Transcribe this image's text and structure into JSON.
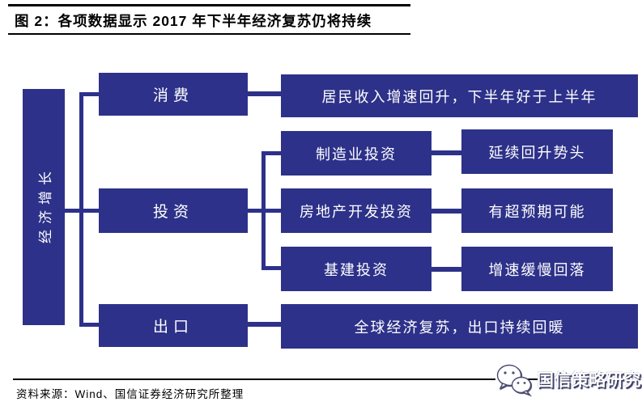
{
  "figure": {
    "title": "图 2：各项数据显示 2017 年下半年经济复苏仍将持续"
  },
  "diagram": {
    "root_label": "经济增长",
    "branches": [
      {
        "label": "消费",
        "result": "居民收入增速回升，下半年好于上半年"
      },
      {
        "label": "投资",
        "children": [
          {
            "label": "制造业投资",
            "result": "延续回升势头"
          },
          {
            "label": "房地产开发投资",
            "result": "有超预期可能"
          },
          {
            "label": "基建投资",
            "result": "增速缓慢回落"
          }
        ]
      },
      {
        "label": "出口",
        "result": "全球经济复苏，出口持续回暖"
      }
    ]
  },
  "footer": {
    "source": "资料来源：Wind、国信证券经济研究所整理"
  },
  "watermark": {
    "label": "国信策略研究",
    "icon": "wechat-icon"
  },
  "colors": {
    "accent": "#2d3189",
    "box_text": "#ffffff",
    "rule": "#000000"
  }
}
